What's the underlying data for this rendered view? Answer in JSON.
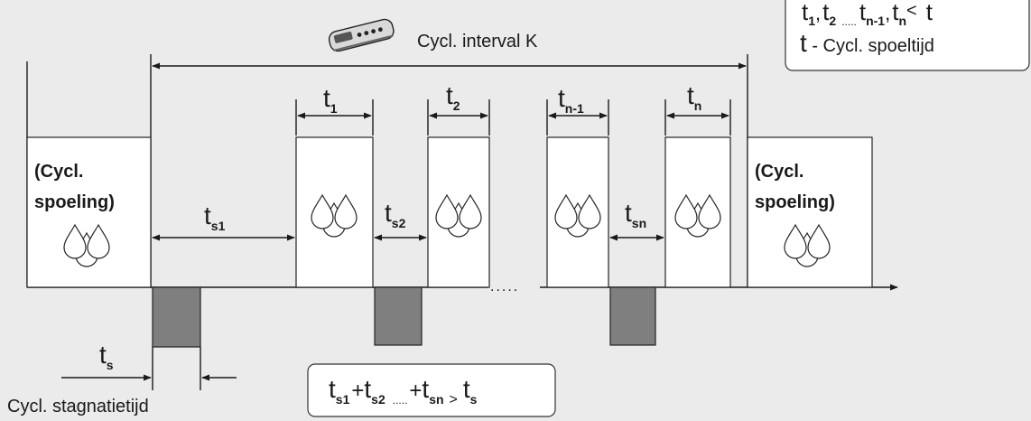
{
  "interval_label": "Cycl. interval K",
  "flush_label_left": {
    "line1": "(Cycl.",
    "line2": "spoeling)"
  },
  "flush_label_right": {
    "line1": "(Cycl.",
    "line2": "spoeling)"
  },
  "flush_durations": [
    {
      "main": "t",
      "sub": "1"
    },
    {
      "main": "t",
      "sub": "2"
    },
    {
      "main": "t",
      "sub": "n-1"
    },
    {
      "main": "t",
      "sub": "n"
    }
  ],
  "gap_durations": [
    {
      "main": "t",
      "sub": "s1"
    },
    {
      "main": "t",
      "sub": "s2"
    },
    {
      "main": "t",
      "sub": "sn"
    }
  ],
  "stagnation_symbol": {
    "main": "t",
    "sub": "s"
  },
  "stagnation_caption": "Cycl. stagnatietijd",
  "ellipsis": ".....",
  "legend": {
    "condition": {
      "t1": "t",
      "s1": "1",
      "c1": ",",
      "t2": "t",
      "s2": "2",
      "dots": ".....",
      "t3": "t",
      "s3": "n-1",
      "c2": ",",
      "t4": "t",
      "s4": "n",
      "op": "<",
      "rhs": "t"
    },
    "definition": {
      "sym": "t",
      "text": " - Cycl. spoeltijd"
    }
  },
  "formula": {
    "a": "t",
    "as": "s1",
    "p1": "+",
    "b": "t",
    "bs": "s2",
    "dots": ".....",
    "p2": "+",
    "c": "t",
    "cs": "sn",
    "op": ">",
    "d": "t",
    "ds": "s"
  },
  "icons": [
    "remote-control-icon",
    "water-drops-icon"
  ]
}
